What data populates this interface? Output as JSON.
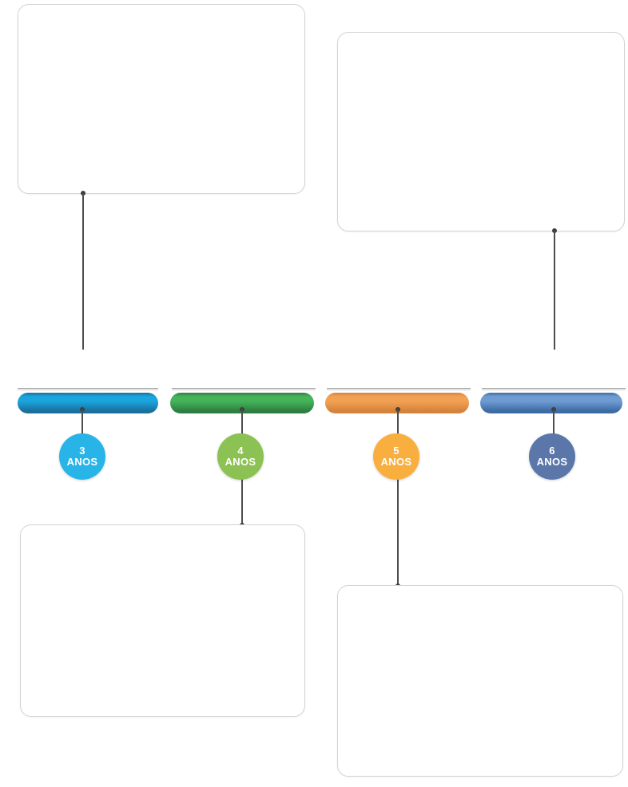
{
  "diagram": {
    "type": "timeline",
    "title": "",
    "background_color": "#ffffff",
    "orientation": "horizontal",
    "stages_count": 4
  },
  "stages": [
    {
      "id": "stage-3-anos",
      "year_number": "3",
      "year_unit": "ANOS",
      "bar_color": "#1aa5dd",
      "bar_color_dark": "#1b6f9c",
      "circle_color": "#29b4e8",
      "box_position": "top",
      "box_text": ""
    },
    {
      "id": "stage-4-anos",
      "year_number": "4",
      "year_unit": "ANOS",
      "bar_color": "#45b35a",
      "bar_color_dark": "#2e7d42",
      "circle_color": "#8cc153",
      "box_position": "bottom",
      "box_text": ""
    },
    {
      "id": "stage-5-anos",
      "year_number": "5",
      "year_unit": "ANOS",
      "bar_color": "#f2a154",
      "bar_color_dark": "#d4833a",
      "circle_color": "#f9af3f",
      "box_position": "bottom",
      "box_text": ""
    },
    {
      "id": "stage-6-anos",
      "year_number": "6",
      "year_unit": "ANOS",
      "bar_color": "#6e9bd2",
      "bar_color_dark": "#3f6ba5",
      "circle_color": "#5b77aa",
      "box_position": "top",
      "box_text": ""
    }
  ],
  "boxes": [
    {
      "id": "box-top-left",
      "text": ""
    },
    {
      "id": "box-top-right",
      "text": ""
    },
    {
      "id": "box-bottom-left",
      "text": ""
    },
    {
      "id": "box-bottom-right",
      "text": ""
    }
  ],
  "credit": {
    "text": ""
  }
}
